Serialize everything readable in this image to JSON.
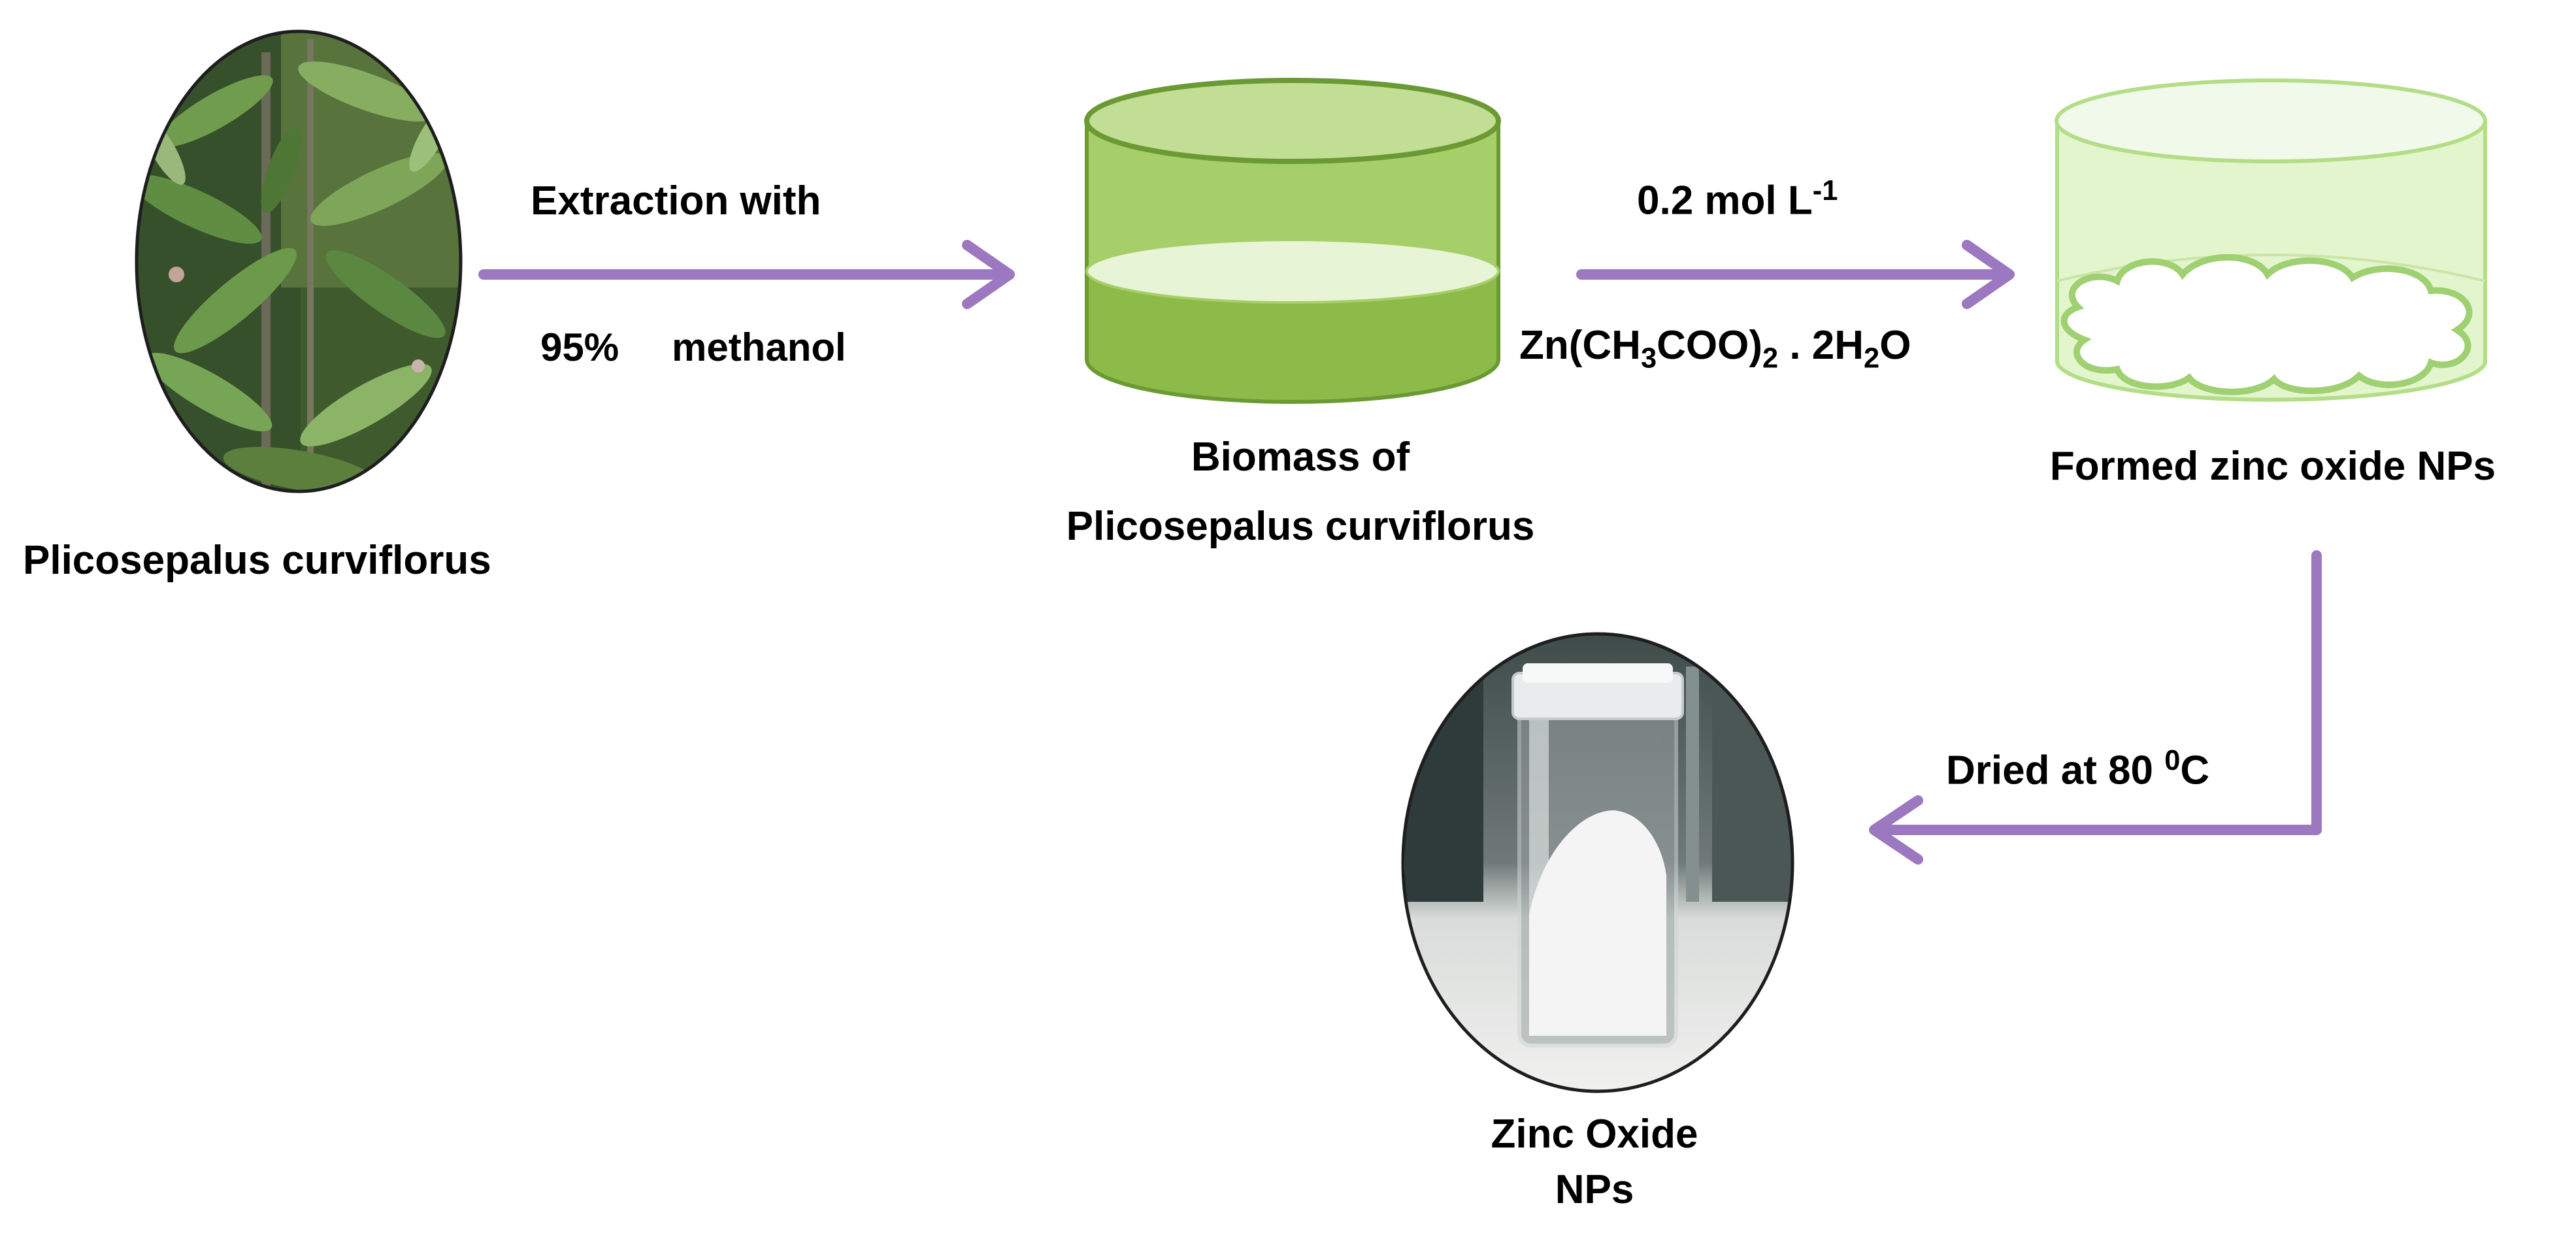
{
  "nodes": {
    "plant": {
      "label": "Plicosepalus curviflorus"
    },
    "biomass": {
      "label_line1": "Biomass of",
      "label_line2": "Plicosepalus curviflorus"
    },
    "formed": {
      "label": "Formed zinc oxide NPs"
    },
    "zno": {
      "label_line1": "Zinc Oxide",
      "label_line2": "NPs"
    }
  },
  "steps": {
    "extraction": {
      "line1": "Extraction with",
      "percent": "95%",
      "solvent": "methanol"
    },
    "zinc_salt": {
      "conc_prefix": "0.2 mol L",
      "conc_exp": "-1",
      "f_zn": "Zn(CH",
      "f_sub1": "3",
      "f_mid": "COO)",
      "f_sub2": "2",
      "f_dot": " . 2H",
      "f_sub3": "2",
      "f_end": "O"
    },
    "drying": {
      "prefix": "Dried at 80 ",
      "deg": "0",
      "unit": "C"
    }
  },
  "colors": {
    "arrow": "#9b78c0",
    "cyl_dark": "#8dbb4a",
    "cyl_mid": "#a7cf69",
    "cyl_top": "#c2de95",
    "cyl_light_fill": "#e3f5cc",
    "cyl_light_stroke": "#b3dd87"
  }
}
